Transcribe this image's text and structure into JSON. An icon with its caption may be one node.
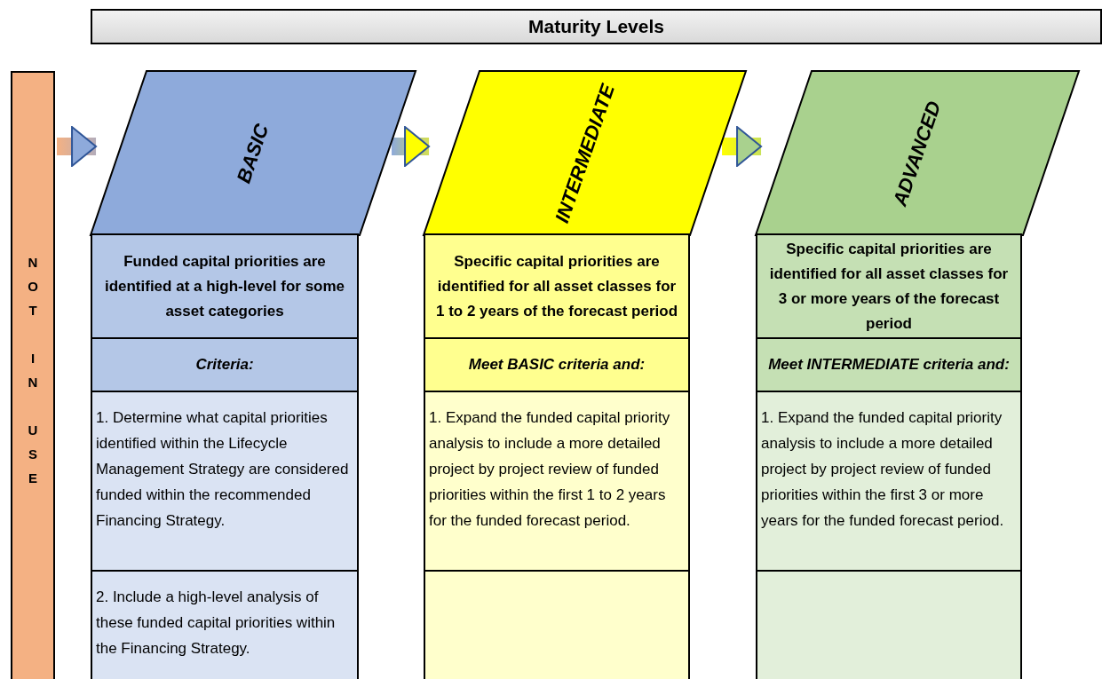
{
  "diagram": {
    "nodes": [
      {
        "text": [
          "Maturity Levels"
        ]
      },
      {
        "text": [
          "NOT IN USE"
        ]
      },
      {
        "text": [
          "BASIC"
        ]
      },
      {
        "text": [
          "INTERMEDIATE"
        ]
      },
      {
        "text": [
          "ADVANCED"
        ]
      },
      {
        "text": [
          "Funded capital priorities are identified at a high-level for some asset categories"
        ]
      },
      {
        "text": [
          "Criteria:"
        ]
      },
      {
        "text": [
          "1. Determine what capital priorities identified within the Lifecycle Management Strategy are considered funded within the recommended Financing Strategy."
        ]
      },
      {
        "text": [
          "2. Include a high-level analysis of these funded capital priorities within the Financing Strategy."
        ]
      },
      {
        "text": [
          "Specific capital priorities are identified for all asset classes for 1 to 2 years of the forecast period"
        ]
      },
      {
        "text": [
          "Meet BASIC criteria and:"
        ]
      },
      {
        "text": [
          "1. Expand the funded capital priority analysis to include a more detailed project by project review of funded priorities within the first 1 to 2 years for the funded forecast period."
        ]
      },
      {
        "text": [],
        "shape": "box"
      },
      {
        "text": [
          "Specific capital priorities are identified for all asset classes for 3 or more years of the forecast period"
        ]
      },
      {
        "text": [
          "Meet INTERMEDIATE criteria and:"
        ]
      },
      {
        "text": [
          "1. Expand the funded capital priority analysis to include a more detailed project by project review of funded priorities within the first 3 or more years for the funded forecast period."
        ]
      },
      {
        "text": [],
        "shape": "box"
      }
    ],
    "edges": [
      {
        "from": 1,
        "to": 2,
        "arrow": "to"
      },
      {
        "from": 2,
        "to": 3,
        "arrow": "to"
      },
      {
        "from": 3,
        "to": 4,
        "arrow": "to"
      }
    ]
  }
}
